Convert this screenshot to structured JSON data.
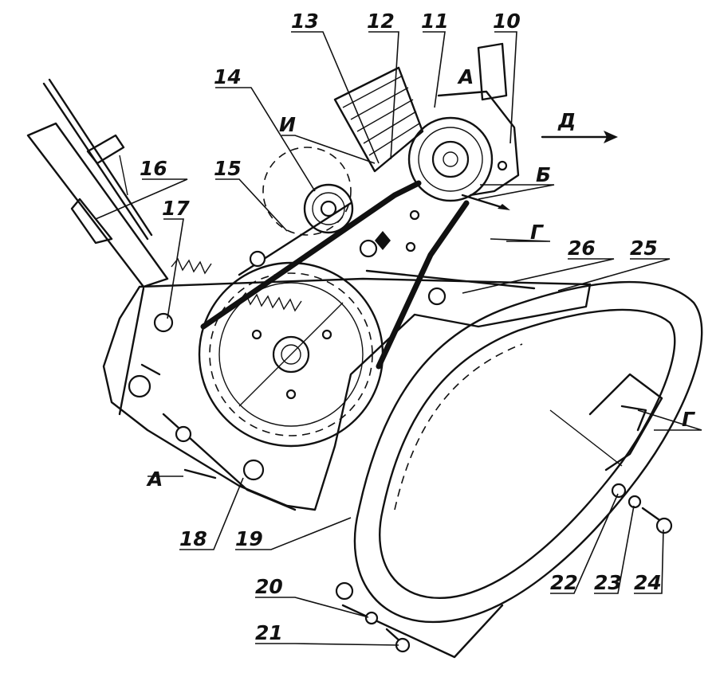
{
  "figure": {
    "callouts": [
      {
        "text": "13"
      },
      {
        "text": "12"
      },
      {
        "text": "11"
      },
      {
        "text": "10"
      },
      {
        "text": "14"
      },
      {
        "text": "И"
      },
      {
        "text": "А"
      },
      {
        "text": "Д"
      },
      {
        "text": "16"
      },
      {
        "text": "15"
      },
      {
        "text": "Б"
      },
      {
        "text": "17"
      },
      {
        "text": "Г"
      },
      {
        "text": "26"
      },
      {
        "text": "25"
      },
      {
        "text": "Г"
      },
      {
        "text": "А"
      },
      {
        "text": "18"
      },
      {
        "text": "19"
      },
      {
        "text": "20"
      },
      {
        "text": "21"
      },
      {
        "text": "22"
      },
      {
        "text": "23"
      },
      {
        "text": "24"
      }
    ]
  }
}
